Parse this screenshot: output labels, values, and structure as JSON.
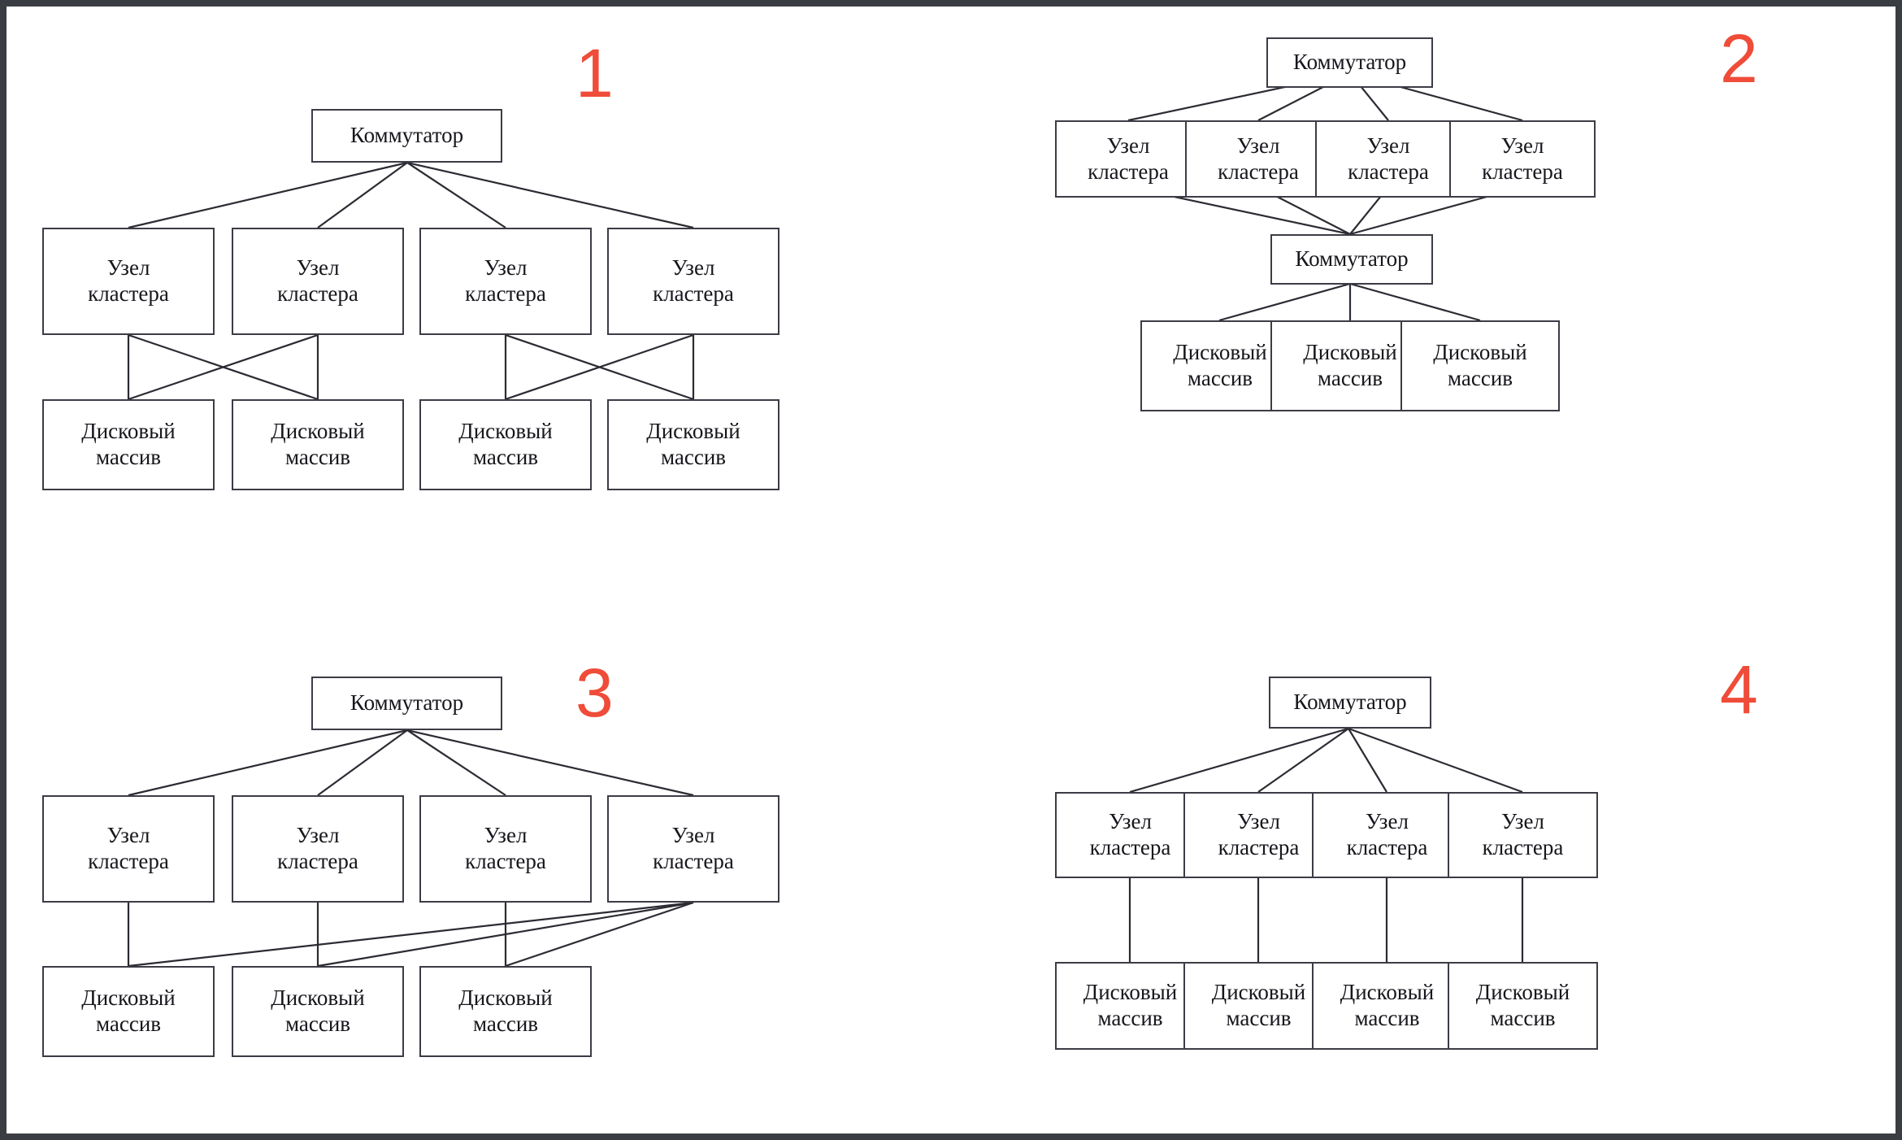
{
  "page": {
    "background": "#3a3d42",
    "canvas_background": "#ffffff",
    "accent_color": "#ef4c39",
    "box_border_color": "#3c3c46",
    "edge_color": "#2b2b33"
  },
  "labels": {
    "switch": "Коммутатор",
    "cluster_node_line1": "Узел",
    "cluster_node_line2": "кластера",
    "disk_array_line1": "Дисковый",
    "disk_array_line2": "массив"
  },
  "diagrams": [
    {
      "number": "1",
      "description": "Switch connects to 4 cluster nodes; node pairs cross-connect to disk array pairs (full mesh within each pair)",
      "switch_count": 1,
      "cluster_node_count": 4,
      "disk_array_count": 4,
      "topology": "paired-crossbar"
    },
    {
      "number": "2",
      "description": "Top switch connects to 4 cluster nodes; all nodes converge to a second switch which connects to 3 disk arrays",
      "switch_count": 2,
      "cluster_node_count": 4,
      "disk_array_count": 3,
      "topology": "dual-switch"
    },
    {
      "number": "3",
      "description": "Switch connects to 4 cluster nodes; nodes 1-3 link directly to their disk arrays, node 4 fans out to all 3 disk arrays",
      "switch_count": 1,
      "cluster_node_count": 4,
      "disk_array_count": 3,
      "topology": "spare-node-fanout"
    },
    {
      "number": "4",
      "description": "Switch connects to 4 cluster nodes; each node links directly to its own disk array",
      "switch_count": 1,
      "cluster_node_count": 4,
      "disk_array_count": 4,
      "topology": "direct-attached"
    }
  ]
}
